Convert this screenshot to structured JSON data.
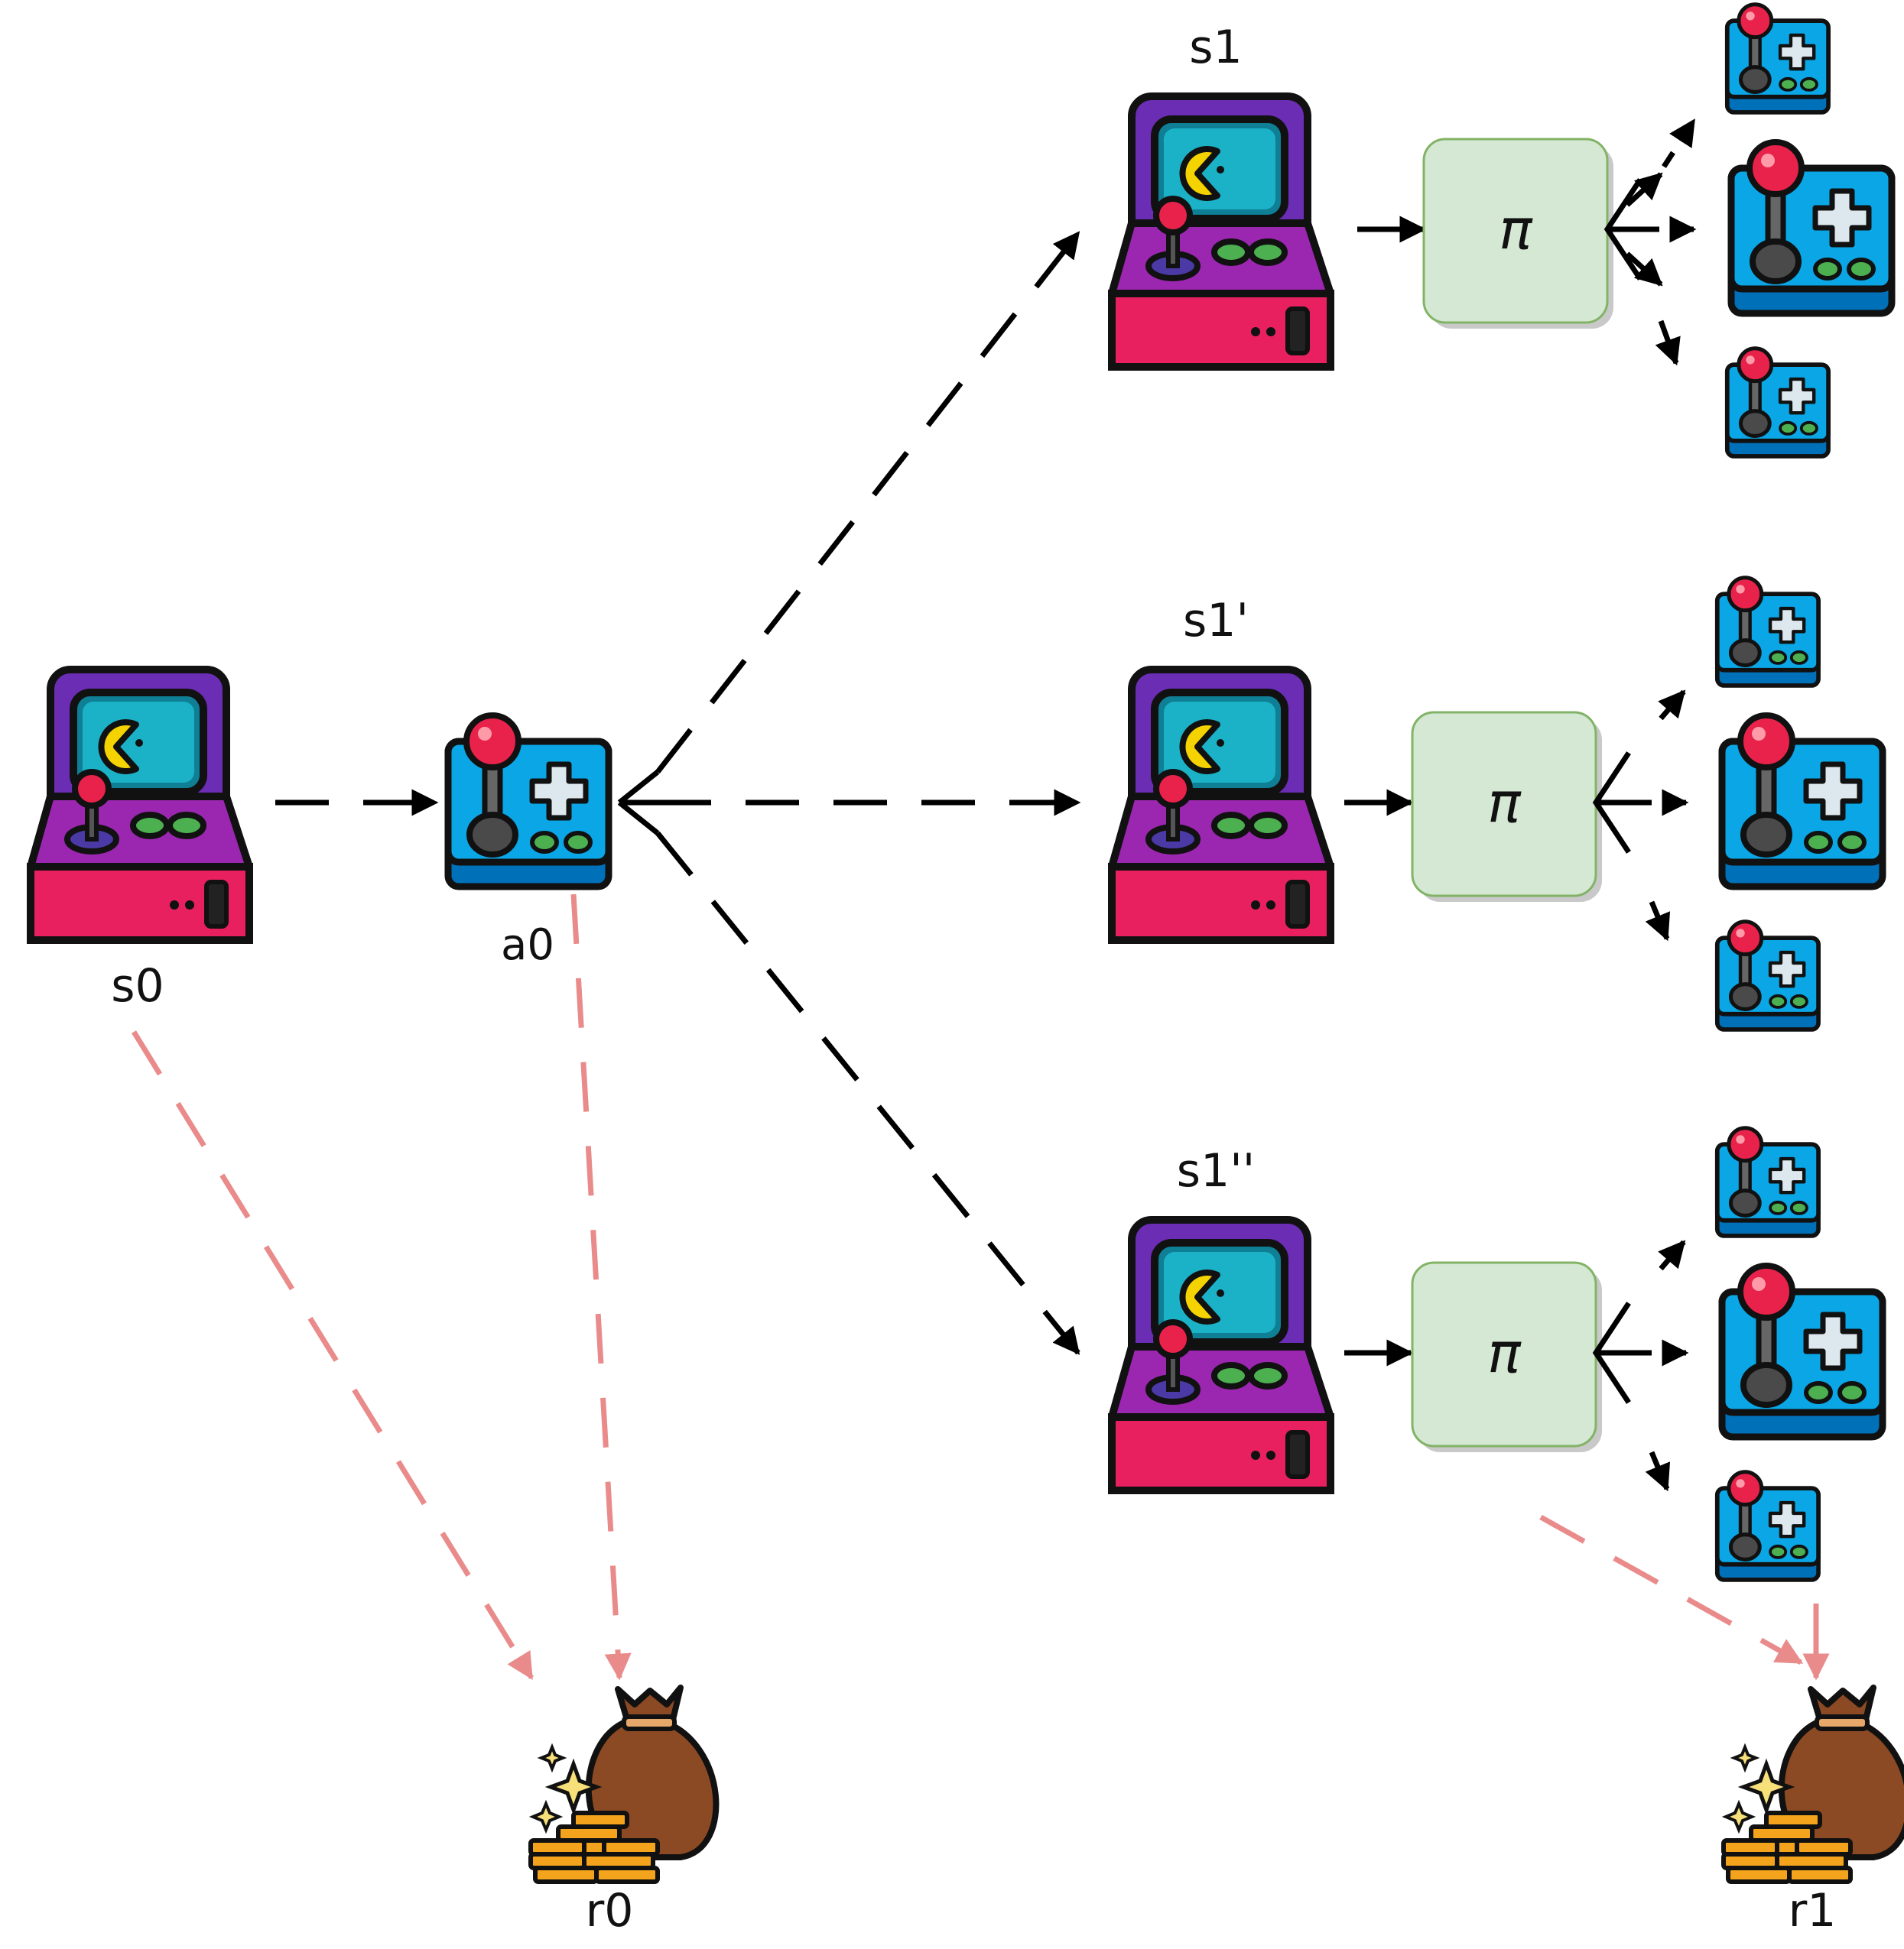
{
  "labels": {
    "s0": "s0",
    "a0": "a0",
    "s1": "s1",
    "s1p": "s1'",
    "s1pp": "s1''",
    "r0": "r0",
    "r1": "r1"
  },
  "policy": {
    "symbol": "π",
    "box_fill": "#d5e8d4",
    "box_stroke": "#82b366"
  },
  "colors": {
    "arrow": "#000000",
    "reward_arrow": "#ea8b8b",
    "controller_body": "#0aa6e6",
    "controller_base": "#0070b8",
    "joystick_ball": "#e8224a",
    "cabinet_top": "#6b2db3",
    "cabinet_mid": "#9b27b0",
    "cabinet_base": "#e8205f",
    "screen": "#18a6b8",
    "pacman": "#f5d300",
    "bag": "#8b4a23",
    "coins": "#f4a41c"
  },
  "icons": {
    "arcade": "arcade-cabinet-icon",
    "controller": "joystick-controller-icon",
    "reward": "money-bag-coins-icon"
  }
}
